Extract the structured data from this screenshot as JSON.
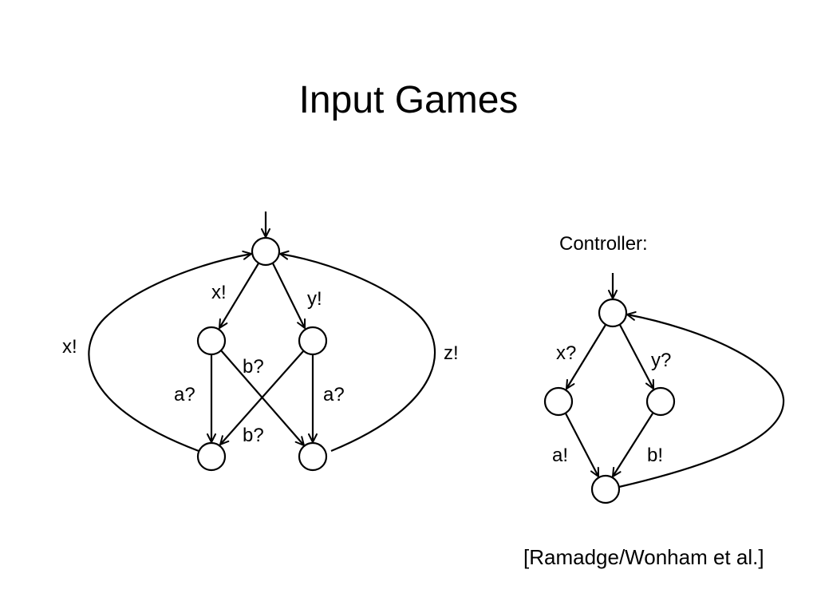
{
  "slide": {
    "title": "Input Games",
    "citation": "[Ramadge/Wonham et al.]"
  },
  "game": {
    "edge_labels": {
      "top_left": "x!",
      "top_right": "y!",
      "outer_left": "x!",
      "outer_right": "z!",
      "left_down": "a?",
      "right_down": "a?",
      "cross_upper": "b?",
      "cross_lower": "b?"
    }
  },
  "controller": {
    "label": "Controller:",
    "edge_labels": {
      "top_left": "x?",
      "top_right": "y?",
      "bottom_left": "a!",
      "bottom_right": "b!"
    }
  }
}
